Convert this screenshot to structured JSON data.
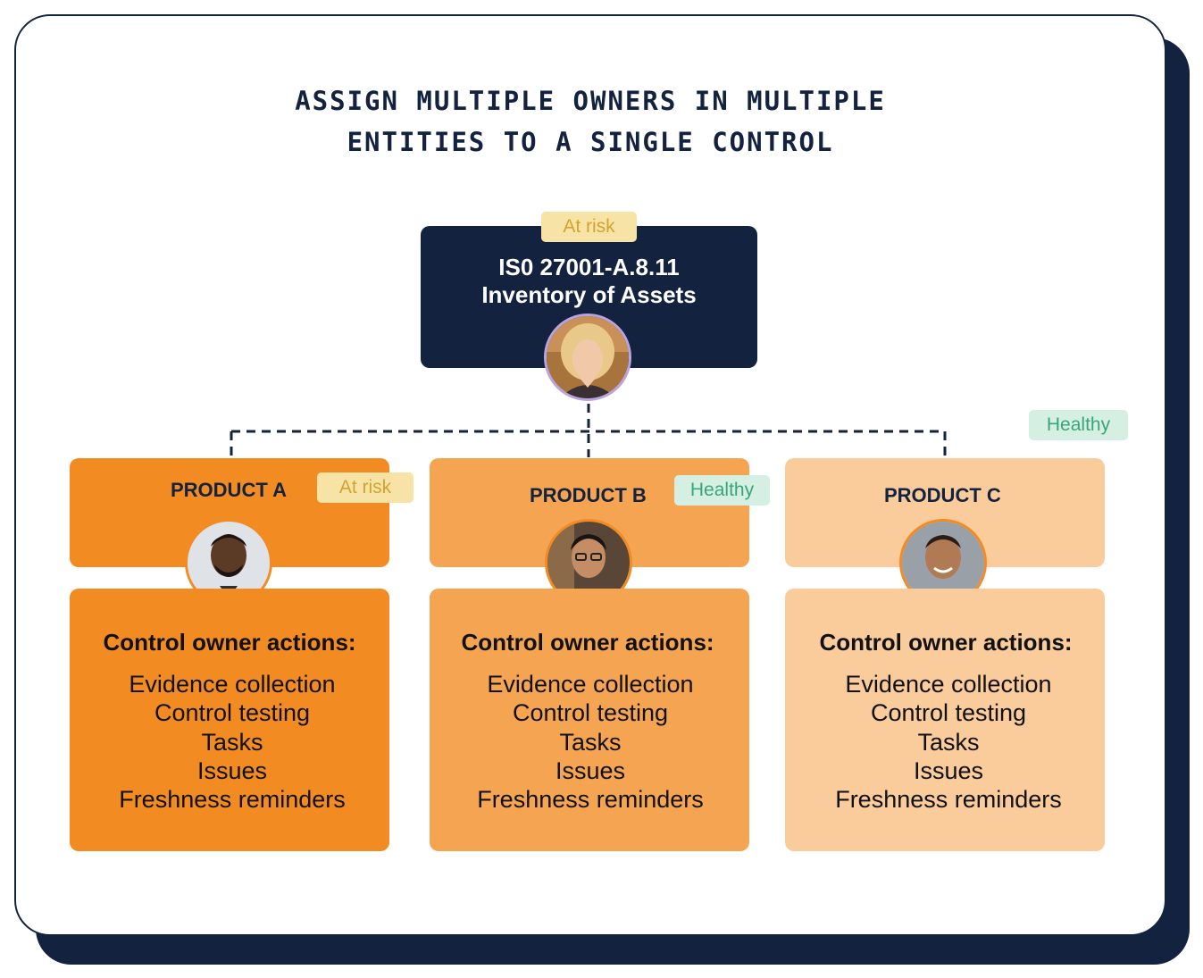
{
  "title_lines": [
    "ASSIGN MULTIPLE OWNERS IN MULTIPLE",
    "ENTITIES TO A SINGLE CONTROL"
  ],
  "control": {
    "status": "At risk",
    "line1": "IS0 27001-A.8.11",
    "line2": "Inventory of Assets",
    "owner_avatar": "woman-avatar"
  },
  "floating_badge": "Healthy",
  "actions_heading": "Control owner actions:",
  "products": [
    {
      "name": "PRODUCT A",
      "status": "At risk",
      "color_head": "#f28c22",
      "color_body": "#f28c22",
      "actions": [
        "Evidence collection",
        "Control testing",
        "Tasks",
        "Issues",
        "Freshness reminders"
      ]
    },
    {
      "name": "PRODUCT B",
      "status": "Healthy",
      "color_head": "#f5a552",
      "color_body": "#f5a552",
      "actions": [
        "Evidence collection",
        "Control testing",
        "Tasks",
        "Issues",
        "Freshness reminders"
      ]
    },
    {
      "name": "PRODUCT C",
      "status": "",
      "color_head": "#facb9b",
      "color_body": "#facb9b",
      "actions": [
        "Evidence collection",
        "Control testing",
        "Tasks",
        "Issues",
        "Freshness reminders"
      ]
    }
  ],
  "colors": {
    "navy": "#13223f",
    "risk_bg": "#f8e3a7",
    "risk_text": "#d1a32f",
    "healthy_bg": "#d5efe2",
    "healthy_text": "#3aa57b"
  }
}
